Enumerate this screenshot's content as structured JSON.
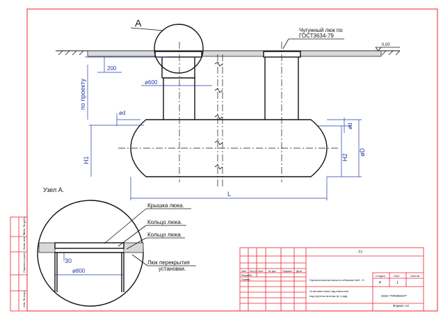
{
  "drawing": {
    "label_view_a": "А",
    "label_hatch_type": "Чугунный люк по",
    "label_hatch_gost": "ГОСТ3634-79",
    "label_level": "0,00",
    "label_200": "200",
    "label_by_project": "по проекту",
    "label_d600": "ø600",
    "label_d": "ød",
    "label_h1": "H1",
    "label_h2": "H2",
    "label_dn": "ød",
    "label_D": "øD",
    "label_L": "L",
    "label_node": "Узел А.",
    "callout_cover": "Крышка люка.",
    "callout_ring1": "Кольцо люка.",
    "callout_ring2": "Кольцо люка.",
    "callout_slab_1": "Люк перекрытия",
    "callout_slab_2": "установки.",
    "label_30": "30",
    "label_d800": "ø800"
  },
  "title_block": {
    "designation": "- ТУ",
    "headers": [
      "Изм",
      "Кол.уч",
      "Лист",
      "№ док",
      "Подпись",
      "Дата"
    ],
    "row_developer": "Разработ.",
    "row_checker": "Провер.",
    "name_line1": "Горизонтальная емкость объемом     3м3 - Н",
    "stage_head": "Стадия",
    "sheet_head": "Лист",
    "sheets_head": "Листов",
    "stage_value": "Р",
    "sheet_value": "1",
    "desc_line1": "Установка люка над емкостью",
    "desc_line2": "над грунтом монтаж (в 1 ряд)",
    "company": "ООО \"ПРОФИНТ\"",
    "format": "Формат А3",
    "left_stamps": [
      "Инв. № подл.",
      "Подпись и дата",
      "Взам. инв. №",
      "Инв. № дубл.",
      "Подпись и дата"
    ]
  }
}
